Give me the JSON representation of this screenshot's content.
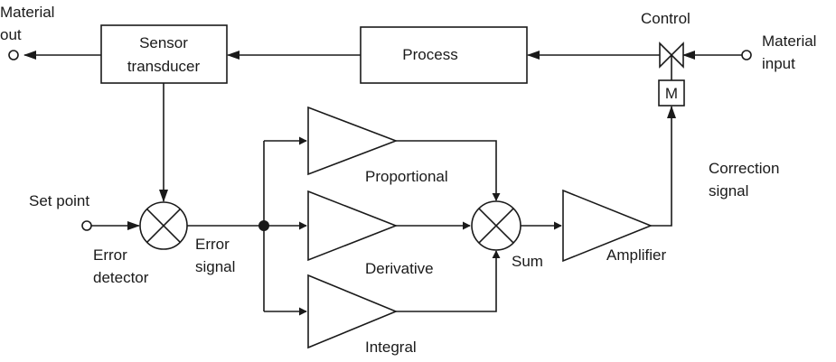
{
  "labels": {
    "material_out": [
      "Material",
      "out"
    ],
    "material_input": [
      "Material",
      "input"
    ],
    "control": "Control",
    "sensor": [
      "Sensor",
      "transducer"
    ],
    "process": "Process",
    "motor": "M",
    "correction": [
      "Correction",
      "signal"
    ],
    "set_point": "Set point",
    "error_detector": [
      "Error",
      "detector"
    ],
    "error_signal": [
      "Error",
      "signal"
    ],
    "proportional": "Proportional",
    "derivative": "Derivative",
    "integral": "Integral",
    "sum": "Sum",
    "amplifier": "Amplifier"
  },
  "colors": {
    "line": "#1a1a1a",
    "background": "#ffffff"
  }
}
